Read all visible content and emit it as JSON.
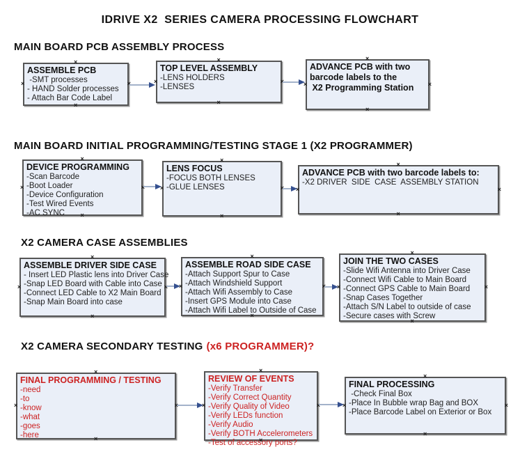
{
  "title": "IDRIVE X2  SERIES CAMERA PROCESSING FLOWCHART",
  "colors": {
    "box_fill": "#eaeff8",
    "box_border": "#555555",
    "red_text": "#cc2222",
    "arrow_line": "#a3b2ca",
    "arrow_head": "#35508f"
  },
  "sections": [
    {
      "heading": "MAIN BOARD PCB ASSEMBLY PROCESS",
      "boxes": [
        {
          "title": "ASSEMBLE PCB",
          "lines": [
            " -SMT processes",
            "- HAND Solder processes",
            "- Attach Bar Code Label"
          ]
        },
        {
          "title": "TOP LEVEL ASSEMBLY",
          "lines": [
            "-LENS HOLDERS",
            "-LENSES"
          ]
        },
        {
          "title": "ADVANCE PCB with two\nbarcode labels to the\n X2 Programming Station",
          "lines": []
        }
      ]
    },
    {
      "heading": "MAIN BOARD INITIAL PROGRAMMING/TESTING STAGE 1 (X2 PROGRAMMER)",
      "boxes": [
        {
          "title": "DEVICE PROGRAMMING",
          "lines": [
            "-Scan Barcode",
            "-Boot Loader",
            "-Device Configuration",
            "-Test Wired Events",
            "-AC SYNC"
          ]
        },
        {
          "title": "LENS FOCUS",
          "lines": [
            "-FOCUS BOTH LENSES",
            "-GLUE LENSES"
          ]
        },
        {
          "title": "ADVANCE PCB with two barcode labels to:",
          "lines": [
            "-X2 DRIVER  SIDE  CASE  ASSEMBLY STATION"
          ]
        }
      ]
    },
    {
      "heading": "X2 CAMERA CASE ASSEMBLIES",
      "boxes": [
        {
          "title": "ASSEMBLE DRIVER SIDE CASE",
          "lines": [
            "- Insert LED Plastic lens into Driver Case",
            "-Snap LED Board with Cable into Case",
            "-Connect LED Cable to X2 Main Board",
            "-Snap Main Board into case"
          ]
        },
        {
          "title": "ASSEMBLE ROAD SIDE CASE",
          "lines": [
            "-Attach Support Spur to Case",
            "-Attach Windshield Support",
            "-Attach Wifi Assembly to Case",
            "-Insert GPS Module into Case",
            "-Attach Wifi Label to Outside of Case"
          ]
        },
        {
          "title": "JOIN THE TWO CASES",
          "lines": [
            "-Slide Wifi Antenna into Driver Case",
            "-Connect Wifi Cable to Main Board",
            "-Connect GPS Cable to Main Board",
            "-Snap Cases Together",
            "-Attach S/N Label to outside of case",
            "-Secure cases with Screw"
          ]
        }
      ]
    },
    {
      "heading": "X2 CAMERA SECONDARY TESTING",
      "heading_suffix": "(x6 PROGRAMMER)?",
      "boxes": [
        {
          "title": "FINAL PROGRAMMING / TESTING",
          "lines": [
            "-need",
            "-to",
            "-know",
            "-what",
            "-goes",
            "-here"
          ],
          "red": true
        },
        {
          "title": "REVIEW OF EVENTS",
          "lines": [
            "-Verify Transfer",
            "-Verify Correct Quantity",
            "-Verify Quality of Video",
            "-Verify LEDs function",
            "-Verify Audio",
            "-Verify BOTH Accelerometers",
            "-Test of accessory ports?"
          ],
          "red": true
        },
        {
          "title": "FINAL PROCESSING",
          "lines": [
            " -Check Final Box",
            "-Place In Bubble wrap Bag and BOX",
            "-Place Barcode Label on Exterior or Box"
          ]
        }
      ]
    }
  ],
  "handle_glyph": "×"
}
